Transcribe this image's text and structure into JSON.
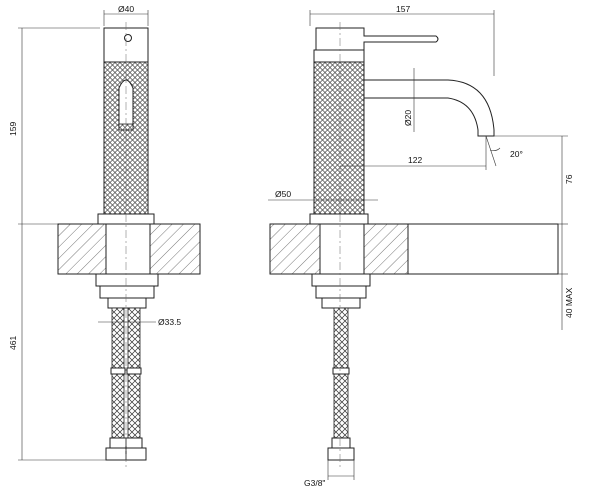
{
  "labels": {
    "front_width": "Ø40",
    "front_height": "159",
    "front_total": "461",
    "hose_dia": "Ø33.5",
    "side_length": "157",
    "spout_dia": "Ø20",
    "spout_reach": "122",
    "spout_angle": "20°",
    "body_dia": "Ø50",
    "spout_height": "76",
    "counter_max": "40 MAX",
    "thread": "G3/8\""
  }
}
